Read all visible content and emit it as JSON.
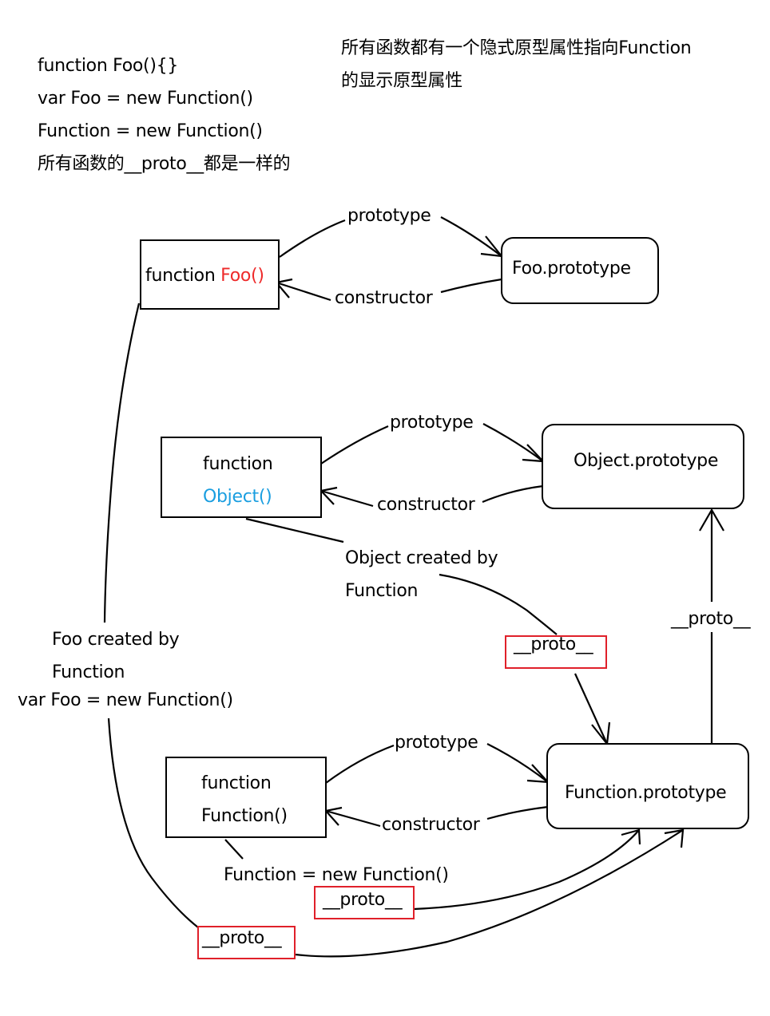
{
  "notes": {
    "left": [
      "function Foo(){}",
      "var Foo = new Function()",
      "Function = new Function()",
      "所有函数的__proto__都是一样的"
    ],
    "right": [
      "所有函数都有一个隐式原型属性指向Function",
      "的显示原型属性"
    ]
  },
  "nodes": {
    "foo_fn": {
      "prefix": "function ",
      "name": "Foo()",
      "name_color": "#ee2a2a"
    },
    "foo_proto": {
      "label": "Foo.prototype"
    },
    "object_fn": {
      "line1": "function",
      "line2": "Object()",
      "name_color": "#1a9ee0"
    },
    "object_proto": {
      "label": "Object.prototype"
    },
    "function_fn": {
      "line1": "function",
      "line2": "Function()"
    },
    "function_proto": {
      "label": "Function.prototype"
    }
  },
  "edges": {
    "prototype": "prototype",
    "constructor": "constructor",
    "proto": "__proto__",
    "object_created": [
      "Object  created by",
      "Function"
    ],
    "foo_created": [
      "Foo created by",
      "Function",
      "var Foo = new Function()"
    ],
    "function_created": "Function = new Function()"
  },
  "colors": {
    "highlight_border": "#e0202a",
    "foo_name": "#ee2a2a",
    "object_name": "#1a9ee0"
  }
}
